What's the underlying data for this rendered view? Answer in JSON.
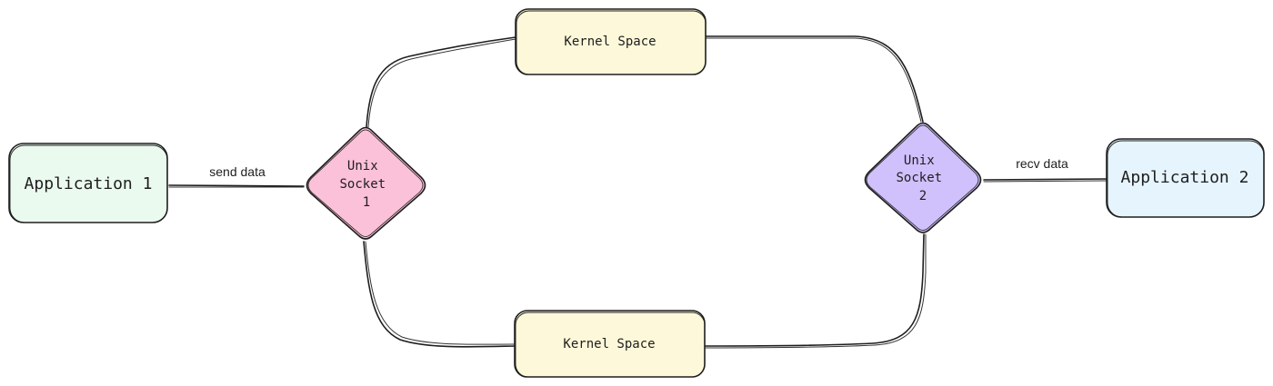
{
  "diagram": {
    "nodes": {
      "app1": {
        "label": "Application 1",
        "fill": "#ebfaef"
      },
      "app2": {
        "label": "Application 2",
        "fill": "#e6f4fd"
      },
      "kernel_top": {
        "label": "Kernel Space",
        "fill": "#fdf8d9"
      },
      "kernel_bottom": {
        "label": "Kernel Space",
        "fill": "#fdf8d9"
      },
      "socket1": {
        "lines": [
          "Unix",
          "Socket",
          "1"
        ],
        "fill": "#fbc1d8"
      },
      "socket2": {
        "lines": [
          "Unix",
          "Socket",
          "2"
        ],
        "fill": "#d0c0fb"
      }
    },
    "edges": {
      "send": {
        "label": "send data"
      },
      "recv": {
        "label": "recv data"
      }
    },
    "stroke_color": "#1e1e1e"
  }
}
